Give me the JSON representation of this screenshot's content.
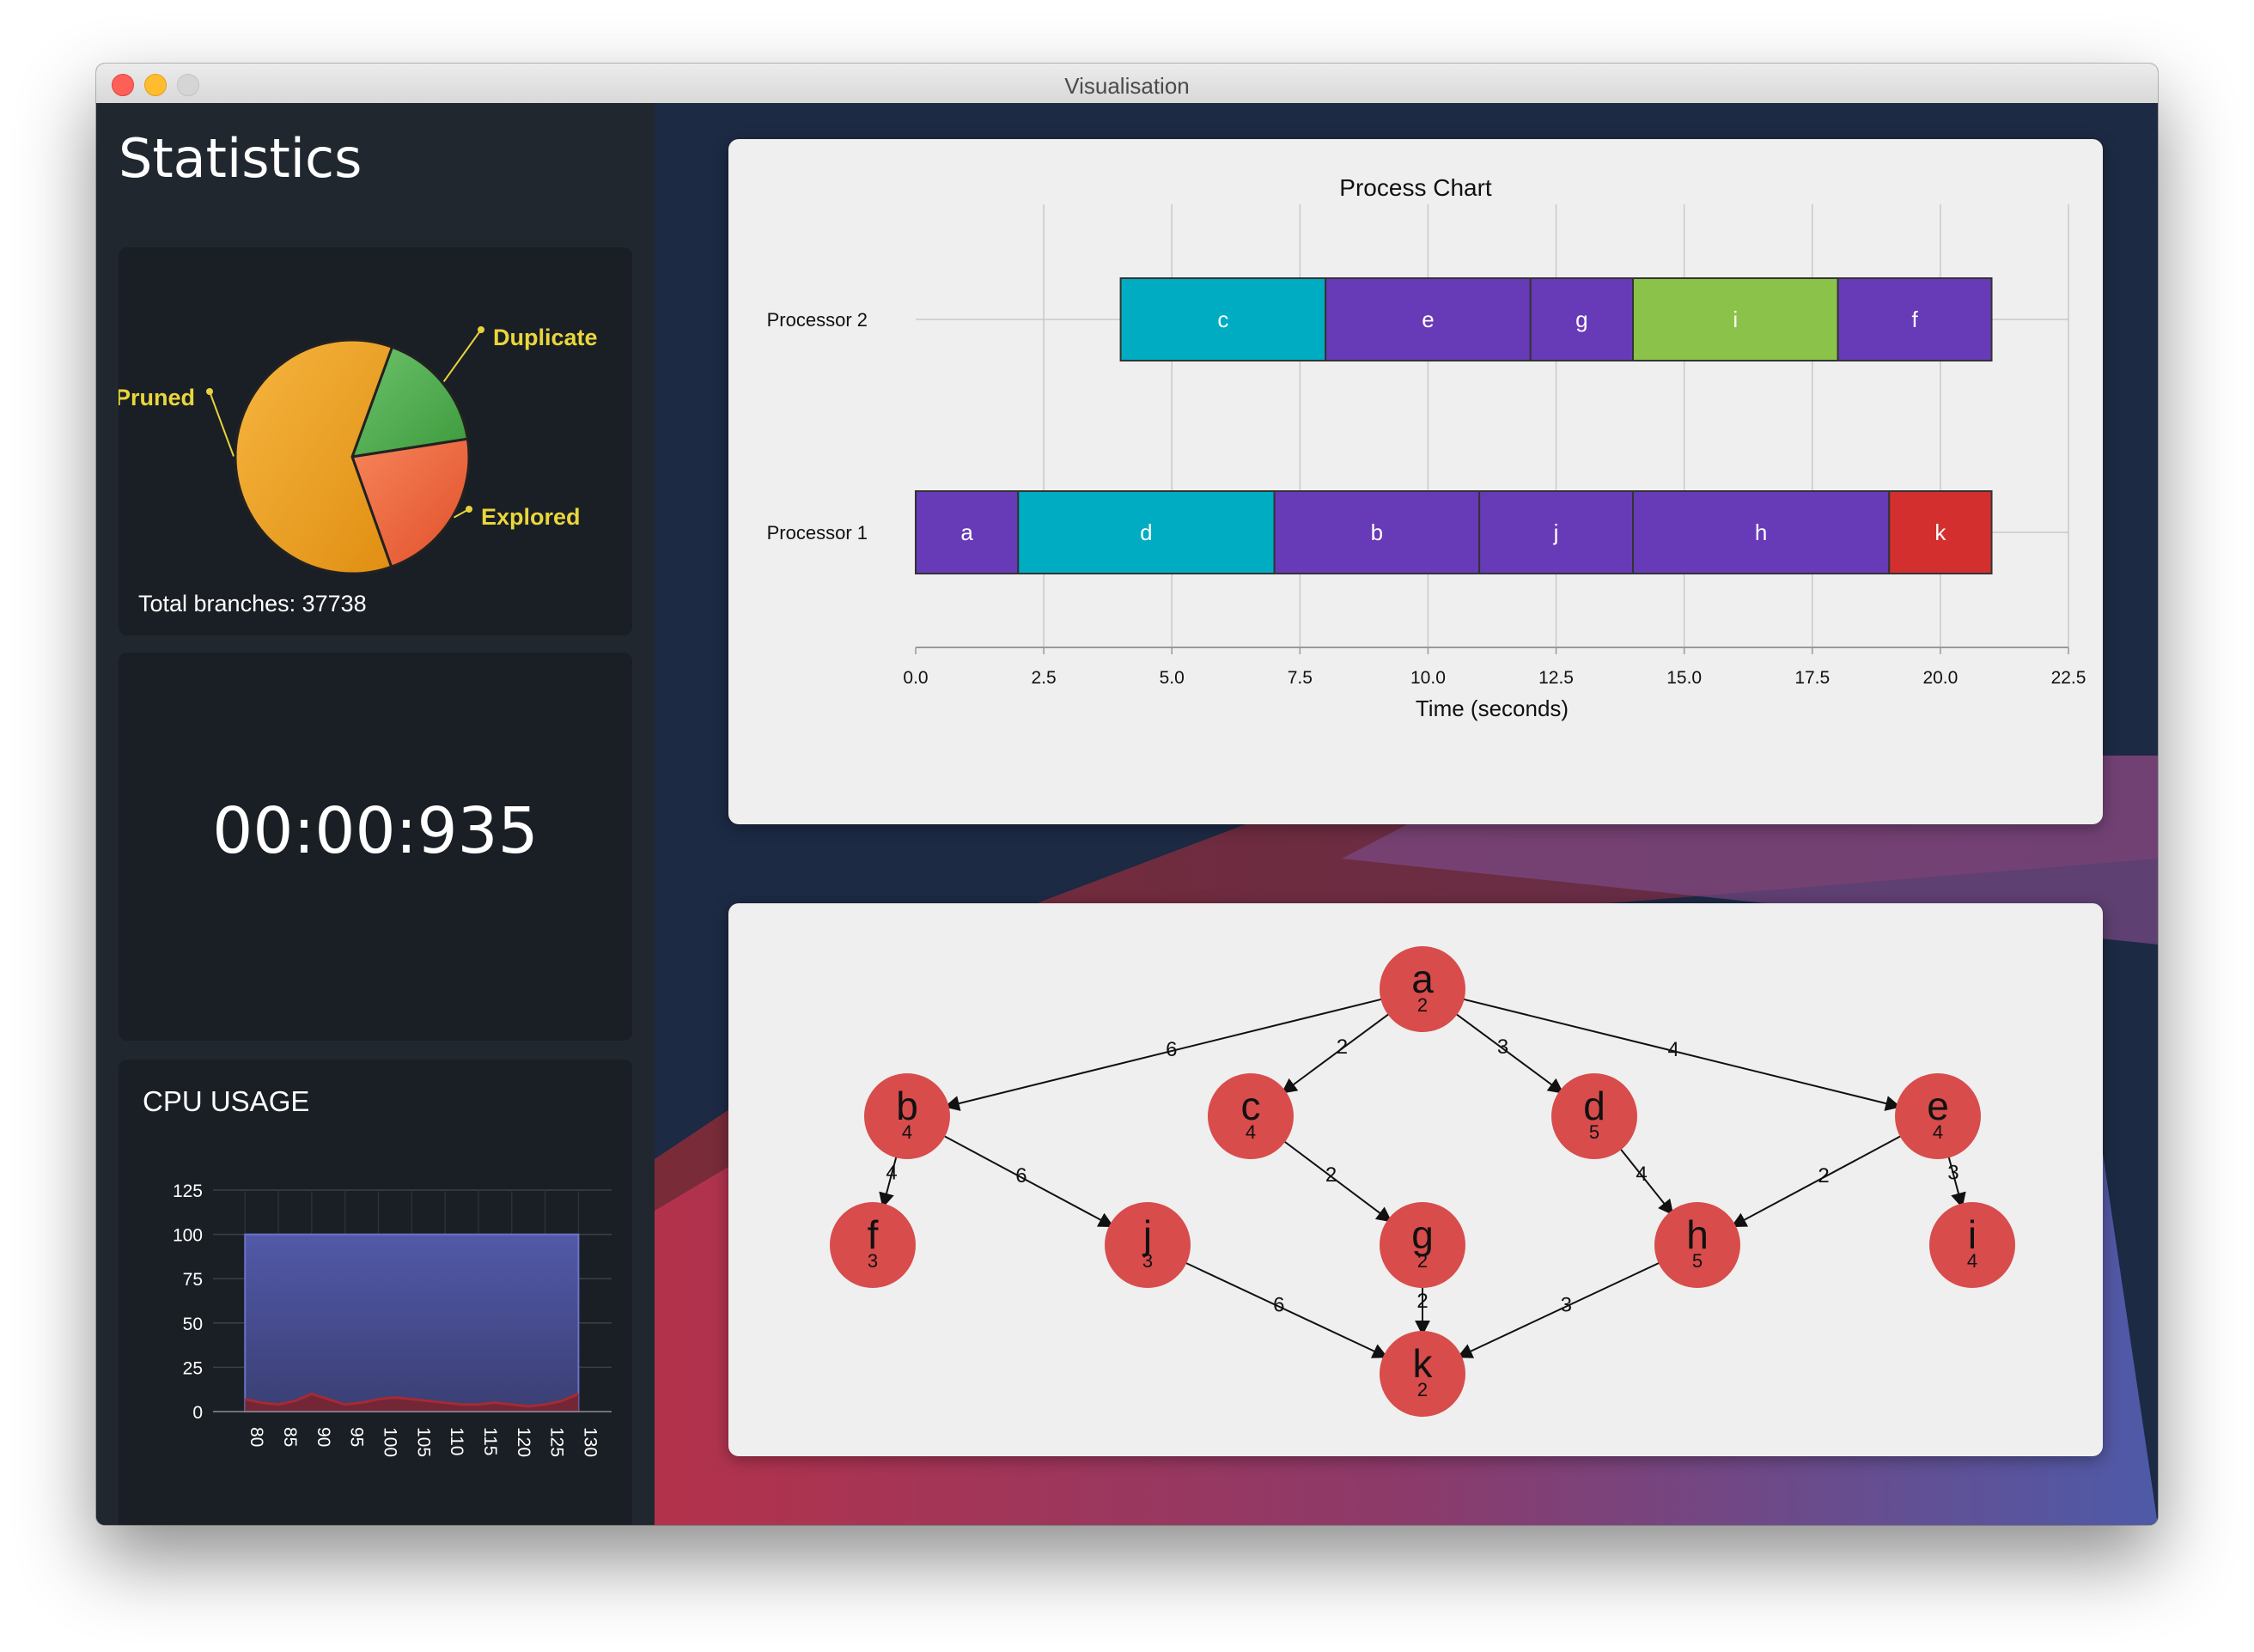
{
  "window": {
    "title": "Visualisation"
  },
  "sidebar": {
    "title": "Statistics",
    "pie": {
      "labels": {
        "duplicate": "Duplicate",
        "pruned": "Pruned",
        "explored": "Explored"
      },
      "total_branches": "Total branches: 37738",
      "colors": {
        "duplicate": "#4cae4c",
        "pruned": "#f0a32a",
        "explored": "#f0643a"
      }
    },
    "timer": "00:00:935",
    "cpu": {
      "title": "CPU USAGE"
    }
  },
  "chart_data": [
    {
      "type": "pie",
      "title": "",
      "slices": [
        {
          "label": "Duplicate",
          "value": 17,
          "color": "#4cae4c"
        },
        {
          "label": "Explored",
          "value": 22,
          "color": "#f0643a"
        },
        {
          "label": "Pruned",
          "value": 61,
          "color": "#f0a32a"
        }
      ],
      "total_label": "Total branches: 37738"
    },
    {
      "type": "bar",
      "subtype": "gantt",
      "title": "Process Chart",
      "xlabel": "Time (seconds)",
      "ylabel": "",
      "xlim": [
        0,
        22.5
      ],
      "xticks": [
        "0.0",
        "2.5",
        "5.0",
        "7.5",
        "10.0",
        "12.5",
        "15.0",
        "17.5",
        "20.0",
        "22.5"
      ],
      "categories": [
        "Processor 2",
        "Processor 1"
      ],
      "tasks": [
        {
          "name": "c",
          "processor": "Processor 2",
          "start": 4,
          "end": 8,
          "color": "#00acc1"
        },
        {
          "name": "e",
          "processor": "Processor 2",
          "start": 8,
          "end": 12,
          "color": "#673ab7"
        },
        {
          "name": "g",
          "processor": "Processor 2",
          "start": 12,
          "end": 14,
          "color": "#673ab7"
        },
        {
          "name": "i",
          "processor": "Processor 2",
          "start": 14,
          "end": 18,
          "color": "#8bc34a"
        },
        {
          "name": "f",
          "processor": "Processor 2",
          "start": 18,
          "end": 21,
          "color": "#673ab7"
        },
        {
          "name": "a",
          "processor": "Processor 1",
          "start": 0,
          "end": 2,
          "color": "#673ab7"
        },
        {
          "name": "d",
          "processor": "Processor 1",
          "start": 2,
          "end": 7,
          "color": "#00acc1"
        },
        {
          "name": "b",
          "processor": "Processor 1",
          "start": 7,
          "end": 11,
          "color": "#673ab7"
        },
        {
          "name": "j",
          "processor": "Processor 1",
          "start": 11,
          "end": 14,
          "color": "#673ab7"
        },
        {
          "name": "h",
          "processor": "Processor 1",
          "start": 14,
          "end": 19,
          "color": "#673ab7"
        },
        {
          "name": "k",
          "processor": "Processor 1",
          "start": 19,
          "end": 21,
          "color": "#d32f2f"
        }
      ],
      "grid": true
    },
    {
      "type": "area",
      "title": "CPU USAGE",
      "xlabel": "",
      "ylabel": "",
      "ylim": [
        0,
        125
      ],
      "yticks": [
        "0",
        "25",
        "50",
        "75",
        "100",
        "125"
      ],
      "x": [
        80,
        85,
        90,
        95,
        100,
        105,
        110,
        115,
        120,
        125,
        130
      ],
      "xticks": [
        "80",
        "85",
        "90",
        "95",
        "100",
        "105",
        "110",
        "115",
        "120",
        "125",
        "130"
      ],
      "series": [
        {
          "x": [
            80,
            130
          ],
          "values": [
            100,
            100
          ],
          "color": "#5058a6"
        },
        {
          "x": [
            80,
            82.5,
            85,
            87.5,
            90,
            92.5,
            95,
            97.5,
            100,
            102.5,
            105,
            107.5,
            110,
            112.5,
            115,
            117.5,
            120,
            122.5,
            125,
            127.5,
            130
          ],
          "values": [
            7,
            5,
            4,
            6,
            10,
            7,
            4,
            5,
            7,
            8,
            7,
            6,
            5,
            4,
            4,
            5,
            4,
            3,
            4,
            6,
            10
          ],
          "color": "#8c2226"
        }
      ],
      "grid": true
    }
  ],
  "graph": {
    "nodes": [
      {
        "id": "a",
        "weight": "2"
      },
      {
        "id": "b",
        "weight": "4"
      },
      {
        "id": "c",
        "weight": "4"
      },
      {
        "id": "d",
        "weight": "5"
      },
      {
        "id": "e",
        "weight": "4"
      },
      {
        "id": "f",
        "weight": "3"
      },
      {
        "id": "j",
        "weight": "3"
      },
      {
        "id": "g",
        "weight": "2"
      },
      {
        "id": "h",
        "weight": "5"
      },
      {
        "id": "i",
        "weight": "4"
      },
      {
        "id": "k",
        "weight": "2"
      }
    ],
    "edges": [
      {
        "from": "a",
        "to": "b",
        "weight": "6"
      },
      {
        "from": "a",
        "to": "c",
        "weight": "2"
      },
      {
        "from": "a",
        "to": "d",
        "weight": "3"
      },
      {
        "from": "a",
        "to": "e",
        "weight": "4"
      },
      {
        "from": "b",
        "to": "f",
        "weight": "4"
      },
      {
        "from": "b",
        "to": "j",
        "weight": "6"
      },
      {
        "from": "c",
        "to": "g",
        "weight": "2"
      },
      {
        "from": "d",
        "to": "h",
        "weight": "4"
      },
      {
        "from": "e",
        "to": "h",
        "weight": "2"
      },
      {
        "from": "e",
        "to": "i",
        "weight": "3"
      },
      {
        "from": "j",
        "to": "k",
        "weight": "6"
      },
      {
        "from": "g",
        "to": "k",
        "weight": "2"
      },
      {
        "from": "h",
        "to": "k",
        "weight": "3"
      }
    ],
    "node_color": "#d84c4c"
  }
}
